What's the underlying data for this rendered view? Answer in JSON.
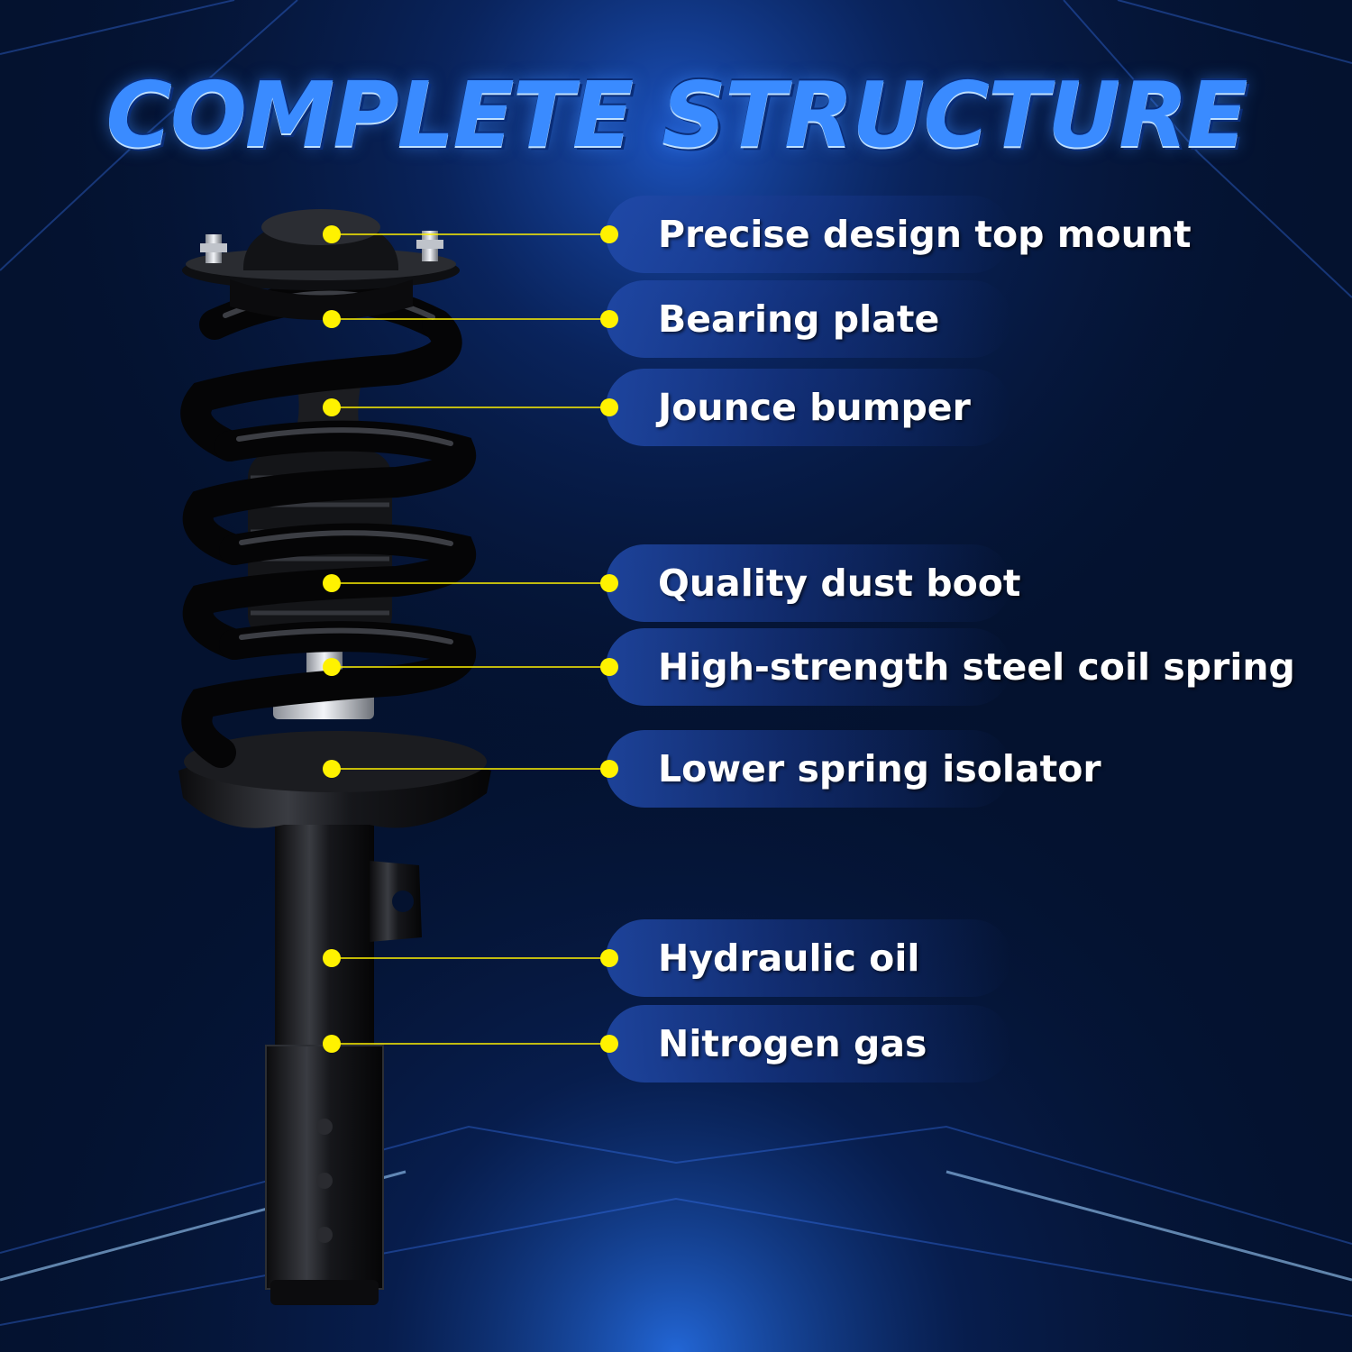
{
  "title": "COMPLETE STRUCTURE",
  "colors": {
    "background": "#04122f",
    "title_blue": "#3a8bff",
    "marker_yellow": "#fff200",
    "pill_blue": "#214aaa"
  },
  "parts": [
    {
      "label": "Precise design top mount"
    },
    {
      "label": "Bearing plate"
    },
    {
      "label": "Jounce bumper"
    },
    {
      "label": "Quality dust boot"
    },
    {
      "label": "High-strength steel coil spring"
    },
    {
      "label": "Lower spring isolator"
    },
    {
      "label": "Hydraulic oil"
    },
    {
      "label": "Nitrogen gas"
    }
  ]
}
